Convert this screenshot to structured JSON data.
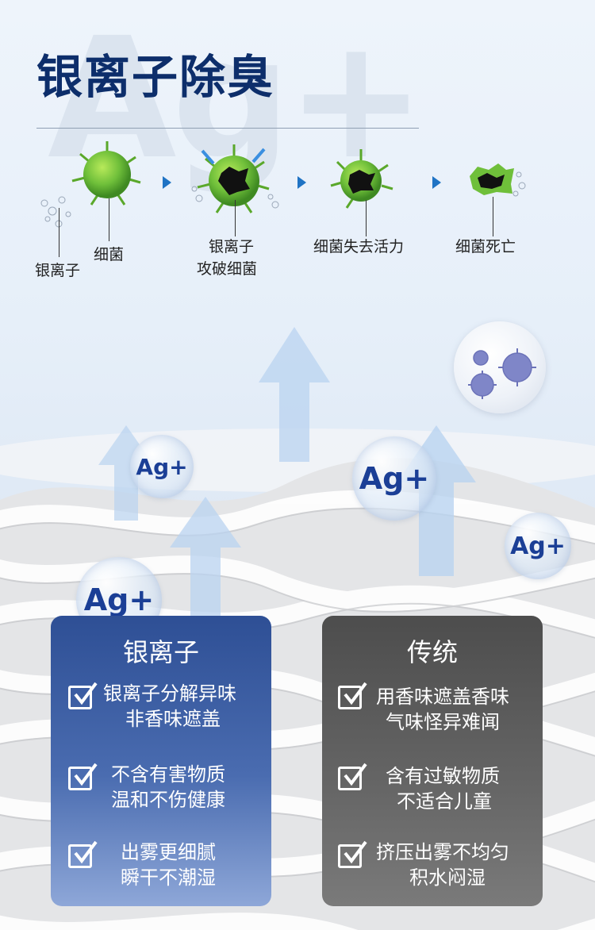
{
  "header": {
    "background_letters": "Ag+",
    "title": "银离子除臭"
  },
  "process": {
    "steps": [
      {
        "label_a": "银离子",
        "label_b": "细菌"
      },
      {
        "label_a": "银离子",
        "label_b": "攻破细菌"
      },
      {
        "label_a": "细菌失去活力"
      },
      {
        "label_a": "细菌死亡"
      }
    ]
  },
  "bubbles": [
    "Ag+",
    "Ag+",
    "Ag+",
    "Ag+"
  ],
  "panels": {
    "silver": {
      "title": "银离子",
      "items": [
        {
          "line1": "银离子分解异味",
          "line2": "非香味遮盖"
        },
        {
          "line1": "不含有害物质",
          "line2": "温和不伤健康"
        },
        {
          "line1": "出雾更细腻",
          "line2": "瞬干不潮湿"
        }
      ]
    },
    "traditional": {
      "title": "传统",
      "items": [
        {
          "line1": "用香味遮盖香味",
          "line2": "气味怪异难闻"
        },
        {
          "line1": "含有过敏物质",
          "line2": "不适合儿童"
        },
        {
          "line1": "挤压出雾不均匀",
          "line2": "积水闷湿"
        }
      ]
    }
  },
  "colors": {
    "title": "#0d2e6b",
    "arrow_blue": "#1f73c4",
    "bacteria_green": "#6fbf3a",
    "silver_panel": "#2e4f95",
    "traditional_panel": "#4d4d4d"
  }
}
